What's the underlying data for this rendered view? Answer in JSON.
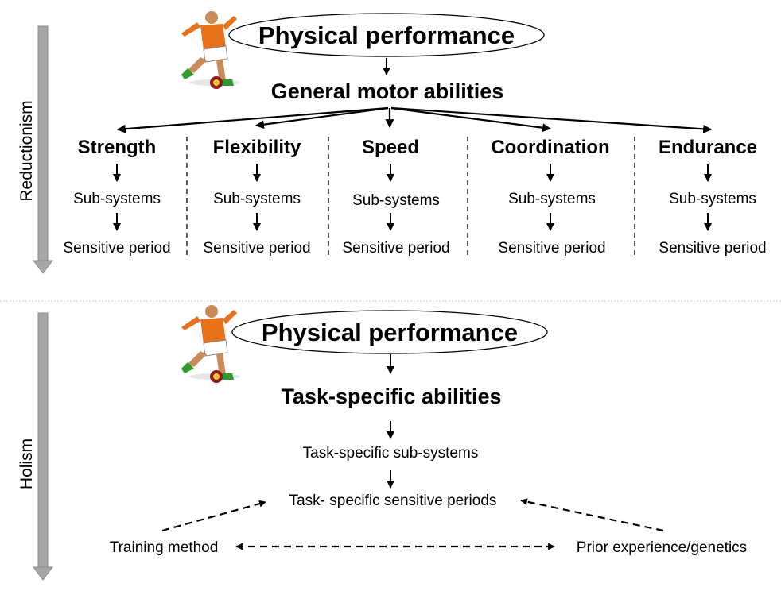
{
  "reductionism": {
    "side_label": "Reductionism",
    "title": "Physical performance",
    "subtitle": "General motor abilities",
    "abilities": [
      {
        "name": "Strength",
        "subsystems": "Sub-systems",
        "period": "Sensitive period"
      },
      {
        "name": "Flexibility",
        "subsystems": "Sub-systems",
        "period": "Sensitive period"
      },
      {
        "name": "Speed",
        "subsystems": "Sub-systems",
        "period": "Sensitive period"
      },
      {
        "name": "Coordination",
        "subsystems": "Sub-systems",
        "period": "Sensitive period"
      },
      {
        "name": "Endurance",
        "subsystems": "Sub-systems",
        "period": "Sensitive period"
      }
    ]
  },
  "holism": {
    "side_label": "Holism",
    "title": "Physical performance",
    "subtitle": "Task-specific abilities",
    "subsystems": "Task-specific sub-systems",
    "periods": "Task- specific sensitive periods",
    "training": "Training method",
    "prior": "Prior experience/genetics"
  },
  "colors": {
    "arrow_gray": "#a6a6a6",
    "divider": "#d0d0d0",
    "jersey_orange": "#e8711c",
    "boot_green": "#2f9a2f"
  },
  "icons": [
    "soccer-player-icon"
  ]
}
